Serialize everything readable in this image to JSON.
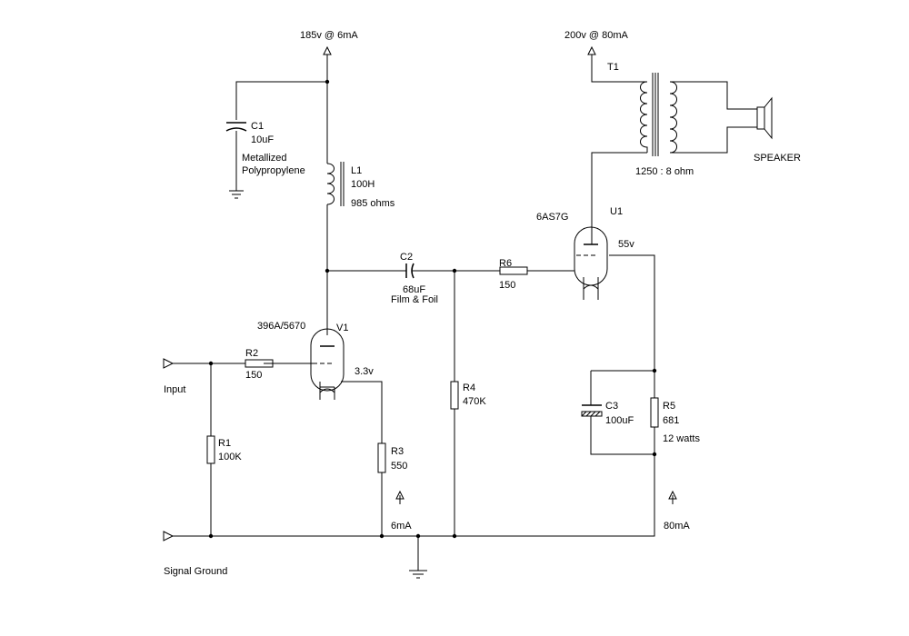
{
  "supplies": {
    "preamp": "185v @ 6mA",
    "output": "200v @ 80mA"
  },
  "components": {
    "C1": {
      "ref": "C1",
      "value": "10uF",
      "note1": "Metallized",
      "note2": "Polypropylene"
    },
    "L1": {
      "ref": "L1",
      "value": "100H",
      "note": "985 ohms"
    },
    "C2": {
      "ref": "C2",
      "value": "68uF",
      "note": "Film & Foil"
    },
    "R6": {
      "ref": "R6",
      "value": "150"
    },
    "R2": {
      "ref": "R2",
      "value": "150"
    },
    "R1": {
      "ref": "R1",
      "value": "100K"
    },
    "R3": {
      "ref": "R3",
      "value": "550"
    },
    "R4": {
      "ref": "R4",
      "value": "470K"
    },
    "C3": {
      "ref": "C3",
      "value": "100uF"
    },
    "R5": {
      "ref": "R5",
      "value": "681",
      "note": "12 watts"
    },
    "T1": {
      "ref": "T1",
      "ratio": "1250 : 8 ohm"
    },
    "V1": {
      "ref": "V1",
      "type": "396A/5670",
      "bias": "3.3v"
    },
    "U1": {
      "ref": "U1",
      "type": "6AS7G",
      "bias": "55v"
    }
  },
  "labels": {
    "speaker": "SPEAKER",
    "input": "Input",
    "signal_ground": "Signal Ground",
    "current_preamp": "6mA",
    "current_output": "80mA"
  },
  "colors": {
    "ink": "#000000",
    "background": "#ffffff"
  }
}
